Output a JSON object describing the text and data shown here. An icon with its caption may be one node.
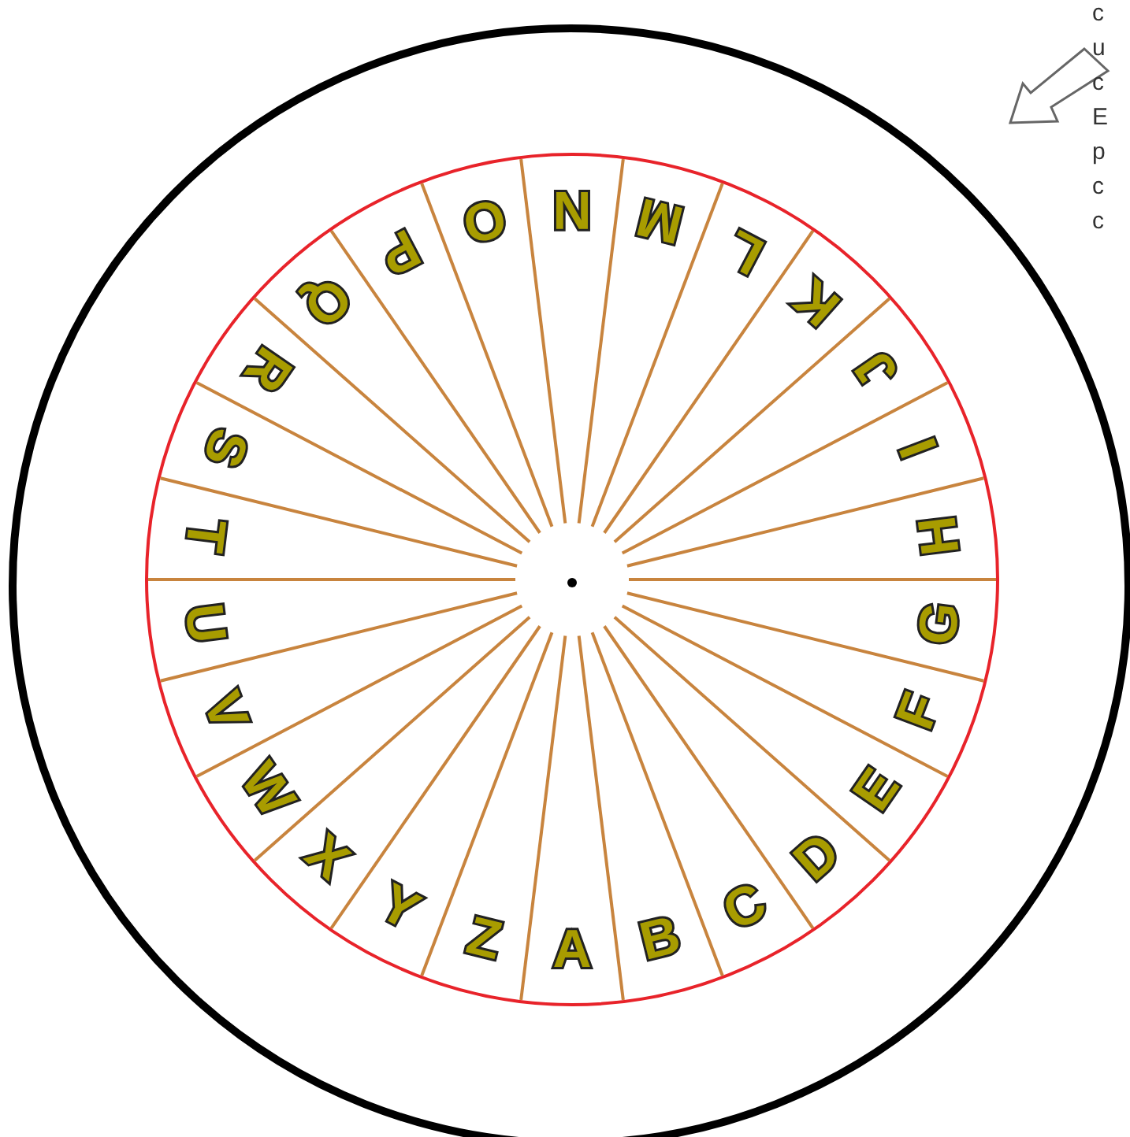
{
  "diagram": {
    "labels": [
      "A",
      "B",
      "C",
      "D",
      "E",
      "F",
      "G",
      "H",
      "I",
      "J",
      "K",
      "L",
      "M",
      "N",
      "O",
      "P",
      "Q",
      "R",
      "S",
      "T",
      "U",
      "V",
      "W",
      "X",
      "Y",
      "Z",
      "c",
      "u",
      "c",
      "E",
      "p",
      "c",
      "c"
    ]
  }
}
